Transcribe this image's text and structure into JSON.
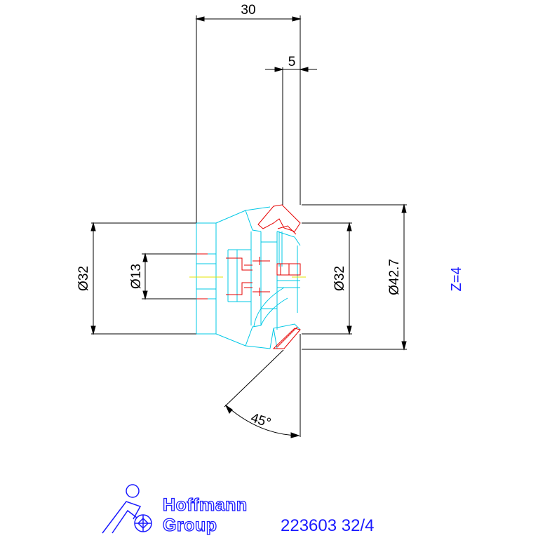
{
  "dimensions": {
    "width_30": "30",
    "width_5": "5",
    "dia_32_left": "Ø32",
    "dia_13": "Ø13",
    "dia_32_right": "Ø32",
    "dia_42_7": "Ø42.7",
    "angle_45": "45°"
  },
  "teeth_count": "Z=4",
  "logo": {
    "line1": "Hoffmann",
    "line2": "Group"
  },
  "part_number": "223603 32/4",
  "colors": {
    "dimension": "#000000",
    "body_outline": "#00c8e6",
    "insert": "#e60000",
    "centerline": "#e6e600",
    "annotation": "#1a1aff"
  }
}
